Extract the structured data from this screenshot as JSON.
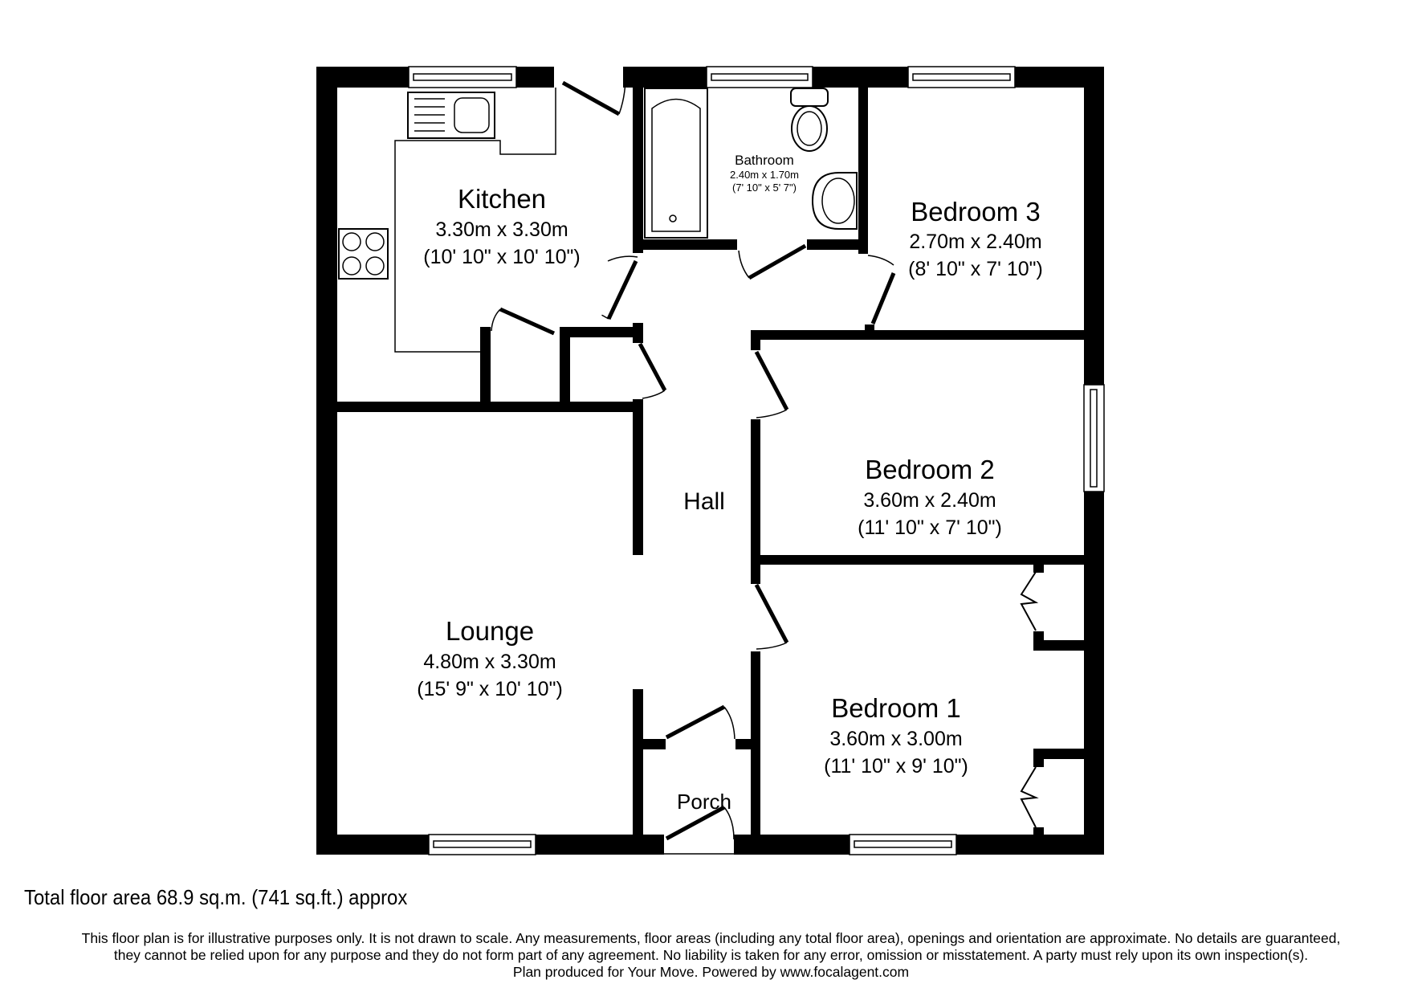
{
  "plan": {
    "rooms": [
      {
        "id": "kitchen",
        "name": "Kitchen",
        "metric": "3.30m x 3.30m",
        "imperial": "(10' 10\" x 10' 10\")"
      },
      {
        "id": "bathroom",
        "name": "Bathroom",
        "metric": "2.40m x 1.70m",
        "imperial": "(7' 10\" x 5' 7\")"
      },
      {
        "id": "bedroom3",
        "name": "Bedroom 3",
        "metric": "2.70m x 2.40m",
        "imperial": "(8' 10\" x 7' 10\")"
      },
      {
        "id": "bedroom2",
        "name": "Bedroom 2",
        "metric": "3.60m x 2.40m",
        "imperial": "(11' 10\" x 7' 10\")"
      },
      {
        "id": "lounge",
        "name": "Lounge",
        "metric": "4.80m x 3.30m",
        "imperial": "(15' 9\" x 10' 10\")"
      },
      {
        "id": "bedroom1",
        "name": "Bedroom 1",
        "metric": "3.60m x 3.00m",
        "imperial": "(11' 10\" x 9' 10\")"
      },
      {
        "id": "hall",
        "name": "Hall"
      },
      {
        "id": "porch",
        "name": "Porch"
      }
    ],
    "colors": {
      "walls": "#000000",
      "background": "#ffffff"
    }
  },
  "footer": {
    "total_area": "Total floor area 68.9 sq.m. (741 sq.ft.) approx",
    "disclaimer_lines": [
      "This floor plan is for illustrative purposes only. It is not drawn to scale. Any measurements, floor areas (including any total floor area), openings and orientation are approximate. No details are guaranteed,",
      "they cannot be relied upon for any purpose and they do not form part of any agreement. No liability is taken for any error, omission or misstatement. A party must rely upon its own inspection(s).",
      "Plan produced for Your Move. Powered by www.focalagent.com"
    ]
  }
}
